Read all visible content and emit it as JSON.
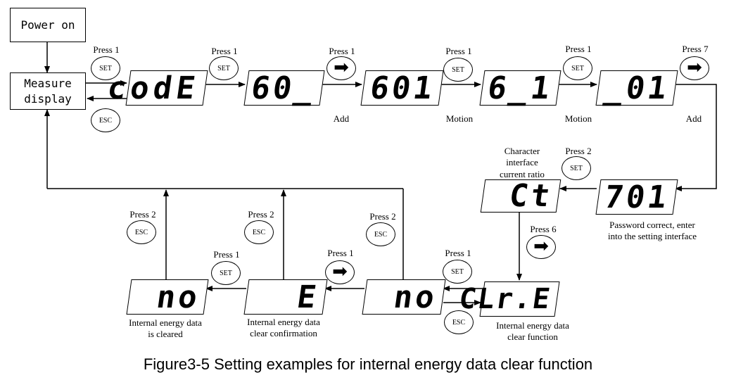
{
  "title": "Figure3-5 Setting examples for internal energy data clear function",
  "boxes": {
    "power_on": "Power on",
    "measure_display": "Measure\ndisplay"
  },
  "displays": {
    "code": "codE",
    "d60": "60_",
    "d601": "601",
    "d6_1": "6_1",
    "d_01": "_01",
    "d701": "701",
    "ct": "Ct",
    "clre": "CLr.E",
    "no1": "no",
    "e": "E",
    "no2": "no"
  },
  "keys": {
    "set": "SET",
    "esc": "ESC",
    "right_arrow": "➡"
  },
  "press_labels": {
    "p1_set_code": "Press 1",
    "p1_set_60": "Press 1",
    "p1_arrow_601": "Press 1",
    "p1_set_6_1": "Press 1",
    "p1_set__01": "Press 1",
    "p7_arrow": "Press 7",
    "p2_set_ct": "Press 2",
    "p6_arrow": "Press 6",
    "p1_set_clre": "Press 1",
    "p2_esc_no2": "Press 2",
    "p1_arrow_e": "Press 1",
    "p2_esc_e": "Press 2",
    "p1_set_no1": "Press 1",
    "p2_esc_no1": "Press 2"
  },
  "notes": {
    "add1": "Add",
    "motion1": "Motion",
    "motion2": "Motion",
    "add2": "Add",
    "char_interface": "Character\ninterface\ncurrent ratio",
    "password_correct": "Password correct, enter\ninto the setting interface",
    "clear_function": "Internal energy data\nclear function",
    "clear_confirmation": "Internal energy data\nclear confirmation",
    "is_cleared": "Internal energy data\nis cleared"
  }
}
